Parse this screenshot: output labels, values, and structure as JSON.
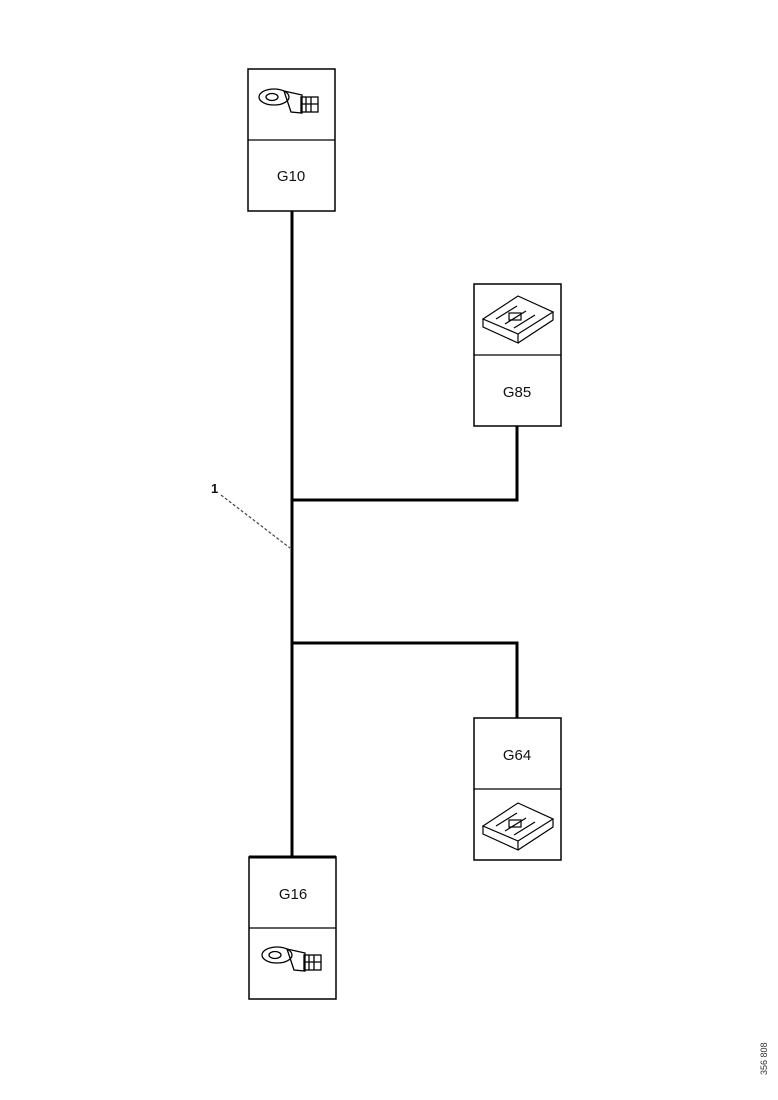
{
  "connectors": {
    "g10": {
      "label": "G10",
      "icon": "ring-terminal-icon"
    },
    "g85": {
      "label": "G85",
      "icon": "multi-pin-connector-icon"
    },
    "g64": {
      "label": "G64",
      "icon": "multi-pin-connector-icon"
    },
    "g16": {
      "label": "G16",
      "icon": "ring-terminal-icon"
    }
  },
  "harness": {
    "callout": "1"
  },
  "figure": {
    "reference": "356 808"
  },
  "colors": {
    "line": "#000000",
    "box_border": "#000000",
    "background": "#ffffff"
  }
}
